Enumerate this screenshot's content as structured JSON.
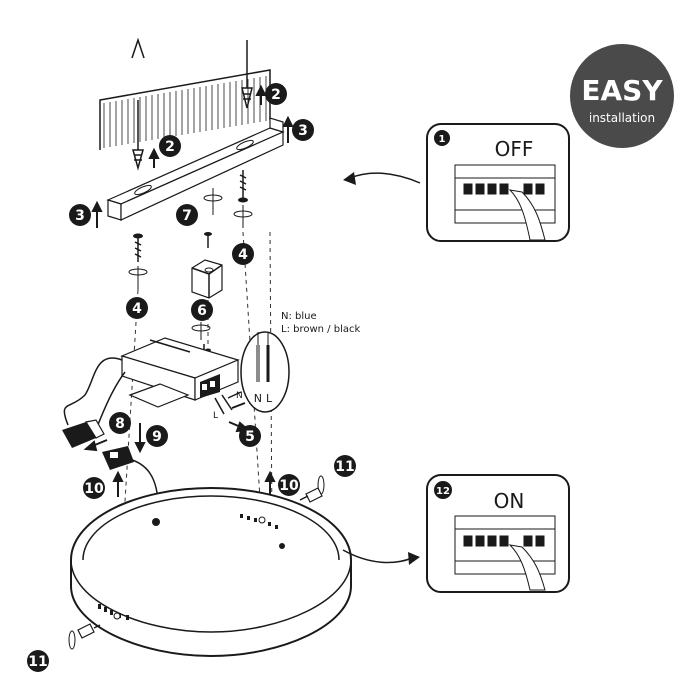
{
  "badge": {
    "title": "EASY",
    "subtitle": "installation",
    "color": "#4a4a4a"
  },
  "steps": [
    {
      "id": "s2a",
      "number": "2"
    },
    {
      "id": "s2b",
      "number": "2"
    },
    {
      "id": "s3a",
      "number": "3"
    },
    {
      "id": "s3b",
      "number": "3"
    },
    {
      "id": "s7",
      "number": "7"
    },
    {
      "id": "s4a",
      "number": "4"
    },
    {
      "id": "s4b",
      "number": "4"
    },
    {
      "id": "s6",
      "number": "6"
    },
    {
      "id": "s8",
      "number": "8"
    },
    {
      "id": "s9",
      "number": "9"
    },
    {
      "id": "s5",
      "number": "5"
    },
    {
      "id": "s10a",
      "number": "10"
    },
    {
      "id": "s10b",
      "number": "10"
    },
    {
      "id": "s11a",
      "number": "11"
    },
    {
      "id": "s11b",
      "number": "11"
    }
  ],
  "wiring_note": {
    "line1": "N: blue",
    "line2": "L: brown / black"
  },
  "terminal_labels": {
    "n": "N",
    "l": "L",
    "n_small": "N",
    "l_small": "L"
  },
  "panels": {
    "off": {
      "step": "1",
      "label": "OFF"
    },
    "on": {
      "step": "12",
      "label": "ON"
    }
  }
}
